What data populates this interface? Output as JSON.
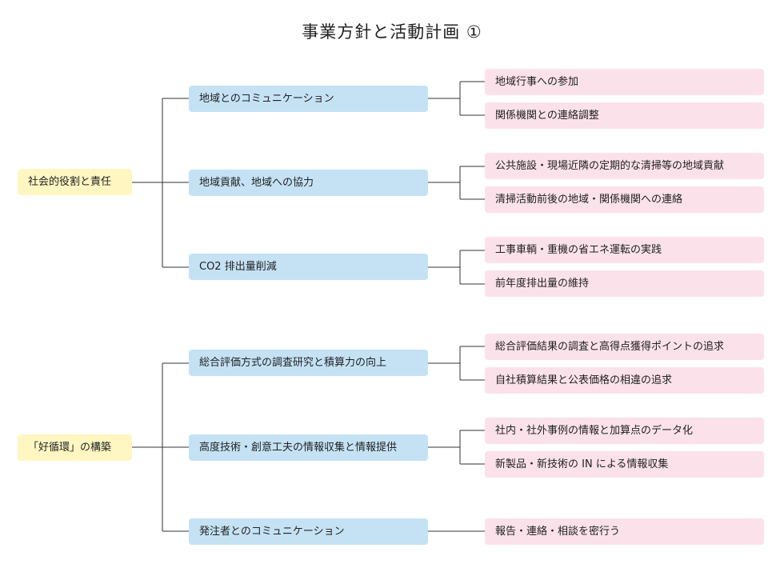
{
  "title": "事業方針と活動計画 ①",
  "colors": {
    "root": "#fff6c2",
    "mid": "#c5e2f5",
    "leaf": "#fbe2ea",
    "line": "#333333"
  },
  "groups": [
    {
      "label": "社会的役割と責任",
      "children": [
        {
          "label": "地域とのコミュニケーション",
          "items": [
            "地域行事への参加",
            "関係機関との連絡調整"
          ]
        },
        {
          "label": "地域貢献、地域への協力",
          "items": [
            "公共施設・現場近隣の定期的な清掃等の地域貢献",
            "清掃活動前後の地域・関係機関への連絡"
          ]
        },
        {
          "label": "CO2 排出量削減",
          "items": [
            "工事車輌・重機の省エネ運転の実践",
            "前年度排出量の維持"
          ]
        }
      ]
    },
    {
      "label": "「好循環」の構築",
      "children": [
        {
          "label": "総合評価方式の調査研究と積算力の向上",
          "items": [
            "総合評価結果の調査と高得点獲得ポイントの追求",
            "自社積算結果と公表価格の相違の追求"
          ]
        },
        {
          "label": "高度技術・創意工夫の情報収集と情報提供",
          "items": [
            "社内・社外事例の情報と加算点のデータ化",
            "新製品・新技術の IN による情報収集"
          ]
        },
        {
          "label": "発注者とのコミュニケーション",
          "items": [
            "報告・連絡・相談を密行う"
          ]
        }
      ]
    }
  ]
}
